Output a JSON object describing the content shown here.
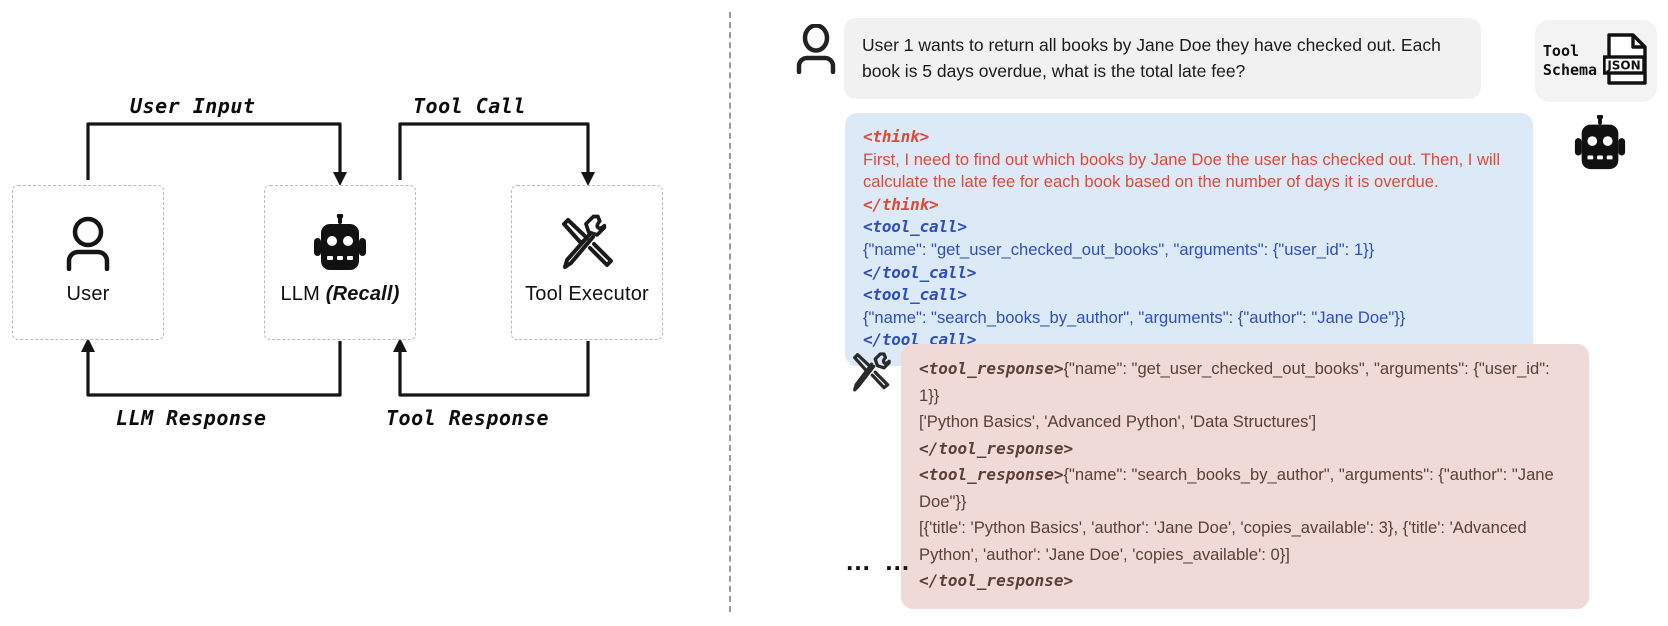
{
  "diagram": {
    "nodes": [
      {
        "id": "user",
        "label": "User",
        "label_em": "",
        "icon": "person-icon"
      },
      {
        "id": "llm",
        "label": "LLM ",
        "label_em": "(Recall)",
        "icon": "robot-icon"
      },
      {
        "id": "tool",
        "label": "Tool Executor",
        "label_em": "",
        "icon": "tools-icon"
      }
    ],
    "edges": [
      {
        "id": "user-input",
        "label": "User Input"
      },
      {
        "id": "tool-call",
        "label": "Tool Call"
      },
      {
        "id": "llm-response",
        "label": "LLM Response"
      },
      {
        "id": "tool-response",
        "label": "Tool Response"
      }
    ]
  },
  "conversation": {
    "user_message": {
      "avatar": "person-icon",
      "text": "User 1 wants to return all books by Jane Doe they have checked out. Each book is 5 days overdue, what is the total late fee?"
    },
    "tool_schema_card": {
      "line1": "Tool",
      "line2": "Schema",
      "icon": "json-file-icon",
      "icon_label": "JSON"
    },
    "assistant_message": {
      "avatar": "robot-icon",
      "think_open": "<think>",
      "think_text": "First, I need to find out which books by Jane Doe the user has checked out. Then, I will calculate the late fee for each book based on the number of days it is overdue.",
      "think_close": "</think>",
      "tool_call_1_open": "<tool_call>",
      "tool_call_1_body": "{\"name\": \"get_user_checked_out_books\", \"arguments\": {\"user_id\": 1}}",
      "tool_call_1_close": "</tool_call>",
      "tool_call_2_open": "<tool_call>",
      "tool_call_2_body": "{\"name\": \"search_books_by_author\", \"arguments\": {\"author\": \"Jane Doe\"}}",
      "tool_call_2_close": "</tool_call>"
    },
    "tool_message": {
      "avatar": "tools-icon",
      "resp_1_open": "<tool_response>",
      "resp_1_head": "{\"name\": \"get_user_checked_out_books\", \"arguments\": {\"user_id\": 1}}",
      "resp_1_body": "['Python Basics', 'Advanced Python', 'Data Structures']",
      "resp_1_close": "</tool_response>",
      "resp_2_open": "<tool_response>",
      "resp_2_head": "{\"name\": \"search_books_by_author\", \"arguments\": {\"author\": \"Jane Doe\"}}",
      "resp_2_body": "[{'title': 'Python Basics', 'author': 'Jane Doe', 'copies_available': 3}, {'title': 'Advanced Python', 'author': 'Jane Doe', 'copies_available': 0}]",
      "resp_2_close": "</tool_response>"
    },
    "continuation": "… …"
  },
  "colors": {
    "user_bubble": "#f1f1f1",
    "assistant_bubble": "#dceaf7",
    "tool_bubble": "#f0dad7",
    "think_text": "#e04a37",
    "tool_call_text": "#2f4fbe",
    "tool_response_text": "#5a4036",
    "node_border": "#b9b9b9",
    "divider": "#9a9a9a"
  }
}
